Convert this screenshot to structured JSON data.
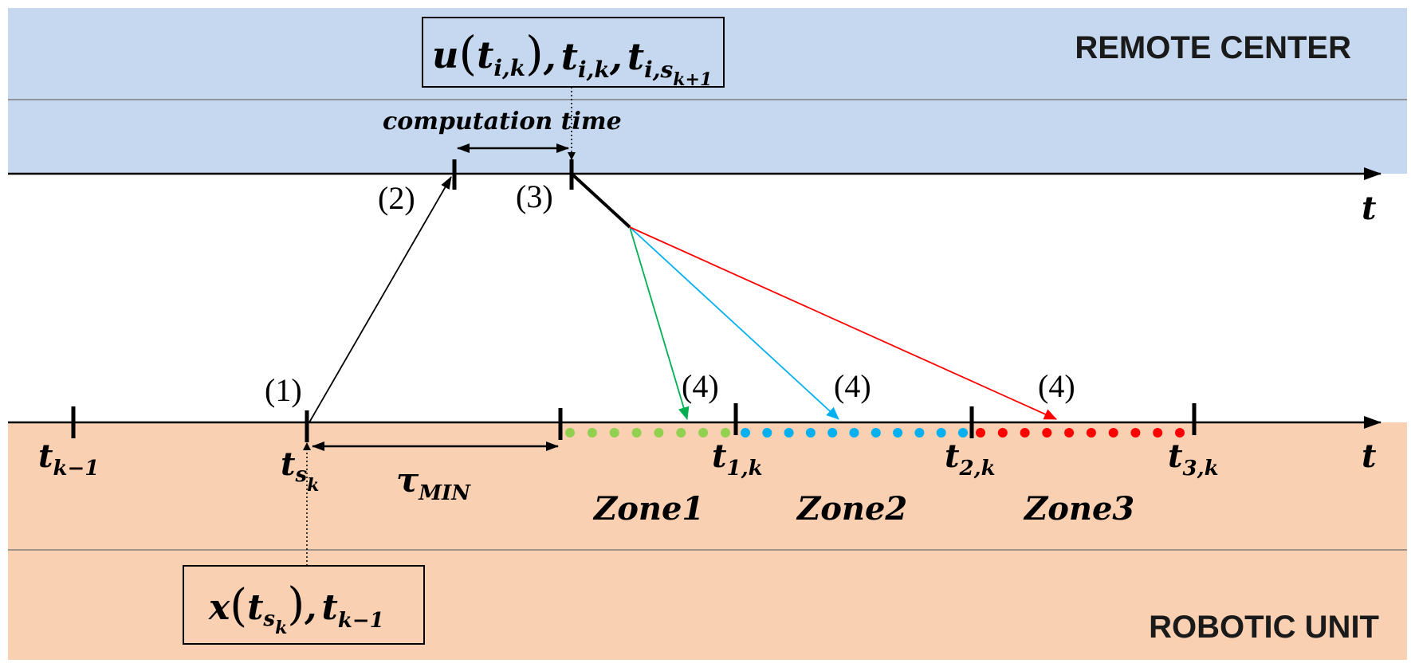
{
  "bands": {
    "remote_label": "REMOTE CENTER",
    "robotic_label": "ROBOTIC UNIT",
    "remote_color": "#c5d8ef",
    "robotic_color": "#f9d0b1"
  },
  "top_axis": {
    "label": "t"
  },
  "bottom_axis": {
    "label": "t"
  },
  "top_box": {
    "u": "u",
    "u_arg": "t",
    "u_arg_sub": "i,k",
    "sep1": ",",
    "t1": "t",
    "t1_sub": "i,k",
    "sep2": ",",
    "t2": "t",
    "t2_sub": "i,s",
    "t2_subsub": "k+1"
  },
  "bottom_box": {
    "x": "x",
    "x_arg": "t",
    "x_arg_sub": "s",
    "x_arg_subsub": "k",
    "sep": ",",
    "t": "t",
    "t_sub": "k−1"
  },
  "computation_time": "computation time",
  "steps": {
    "s1": "(1)",
    "s2": "(2)",
    "s3": "(3)",
    "s4a": "(4)",
    "s4b": "(4)",
    "s4c": "(4)"
  },
  "ticks": {
    "tkm1": {
      "base": "t",
      "sub": "k−1"
    },
    "tsk": {
      "base": "t",
      "sub": "s",
      "subsub": "k"
    },
    "t1k": {
      "base": "t",
      "sub": "1,k"
    },
    "t2k": {
      "base": "t",
      "sub": "2,k"
    },
    "t3k": {
      "base": "t",
      "sub": "3,k"
    }
  },
  "tau": {
    "base": "τ",
    "sub": "MIN"
  },
  "zones": {
    "z1": "Zone1",
    "z2": "Zone2",
    "z3": "Zone3",
    "z1_color": "#92d050",
    "z2_color": "#00b0f0",
    "z3_color": "#ff0000"
  }
}
